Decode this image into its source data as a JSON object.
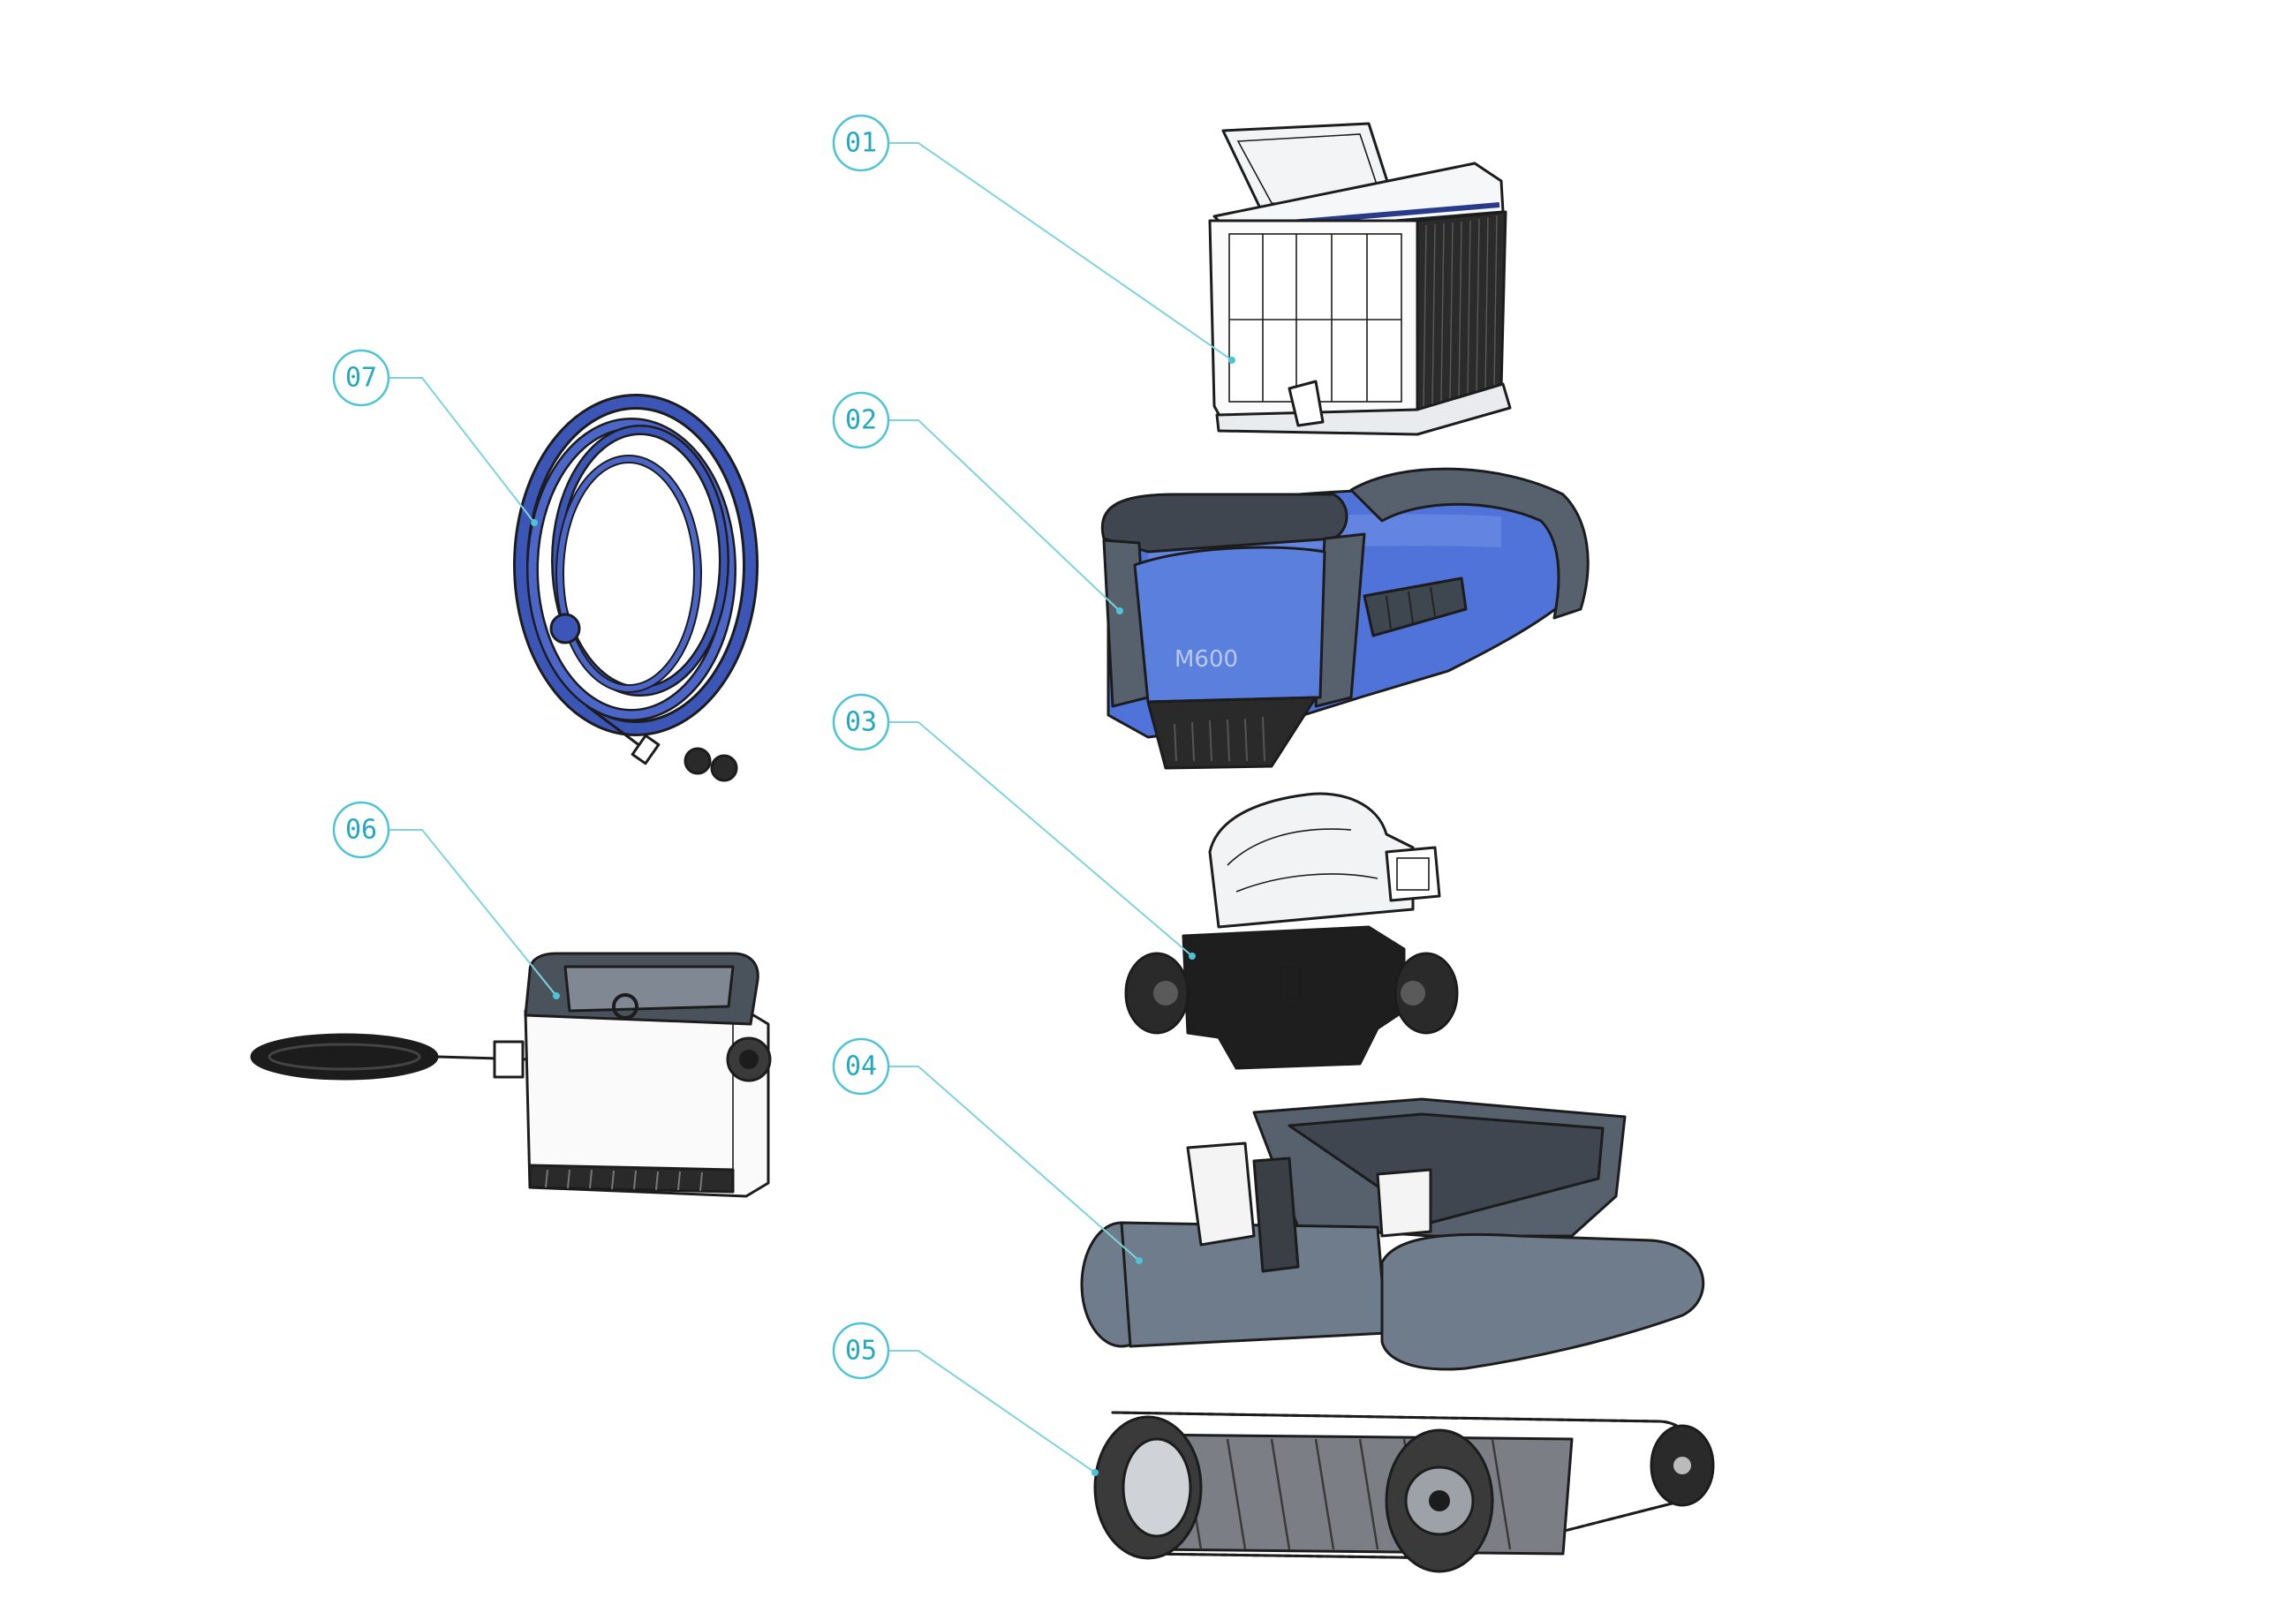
{
  "diagram": {
    "parts": [
      {
        "id": "01",
        "label": "01"
      },
      {
        "id": "02",
        "label": "02"
      },
      {
        "id": "03",
        "label": "03"
      },
      {
        "id": "04",
        "label": "04"
      },
      {
        "id": "05",
        "label": "05"
      },
      {
        "id": "06",
        "label": "06"
      },
      {
        "id": "07",
        "label": "07"
      }
    ],
    "model_label": "M600"
  },
  "colors": {
    "callout": "#4cc4d4",
    "body_blue": "#4f73d9",
    "frame_gray": "#56616d",
    "chassis_gray": "#6f7c8c",
    "dark": "#1e1e1e"
  }
}
